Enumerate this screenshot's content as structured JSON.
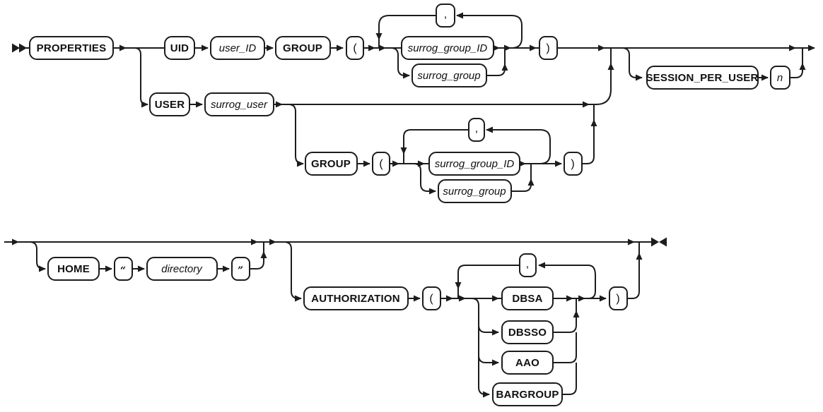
{
  "diagram": {
    "kind": "syntax-railroad-diagram",
    "colors": {
      "line": "#1c1c1c",
      "box_fill": "#ffffff",
      "text": "#111111",
      "background": "#ffffff"
    },
    "row1": {
      "properties": "PROPERTIES",
      "uid_branch": {
        "uid": "UID",
        "user_id": "user_ID"
      },
      "group_clause_top": {
        "group": "GROUP",
        "open_paren": "(",
        "surrog_group_id": "surrog_group_ID",
        "surrog_group": "surrog_group",
        "comma": ",",
        "close_paren": ")"
      },
      "user_branch": {
        "user": "USER",
        "surrog_user": "surrog_user"
      },
      "group_clause_user": {
        "group": "GROUP",
        "open_paren": "(",
        "surrog_group_id": "surrog_group_ID",
        "surrog_group": "surrog_group",
        "comma": ",",
        "close_paren": ")"
      },
      "session_clause": {
        "session_per_user": "SESSION_PER_USER",
        "n": "n"
      }
    },
    "row2": {
      "home_clause": {
        "home": "HOME",
        "open_quote": "“",
        "directory": "directory",
        "close_quote": "”"
      },
      "authorization_clause": {
        "authorization": "AUTHORIZATION",
        "open_paren": "(",
        "comma": ",",
        "dbsa": "DBSA",
        "dbsso": "DBSSO",
        "aao": "AAO",
        "bargroup": "BARGROUP",
        "close_paren": ")"
      }
    }
  }
}
